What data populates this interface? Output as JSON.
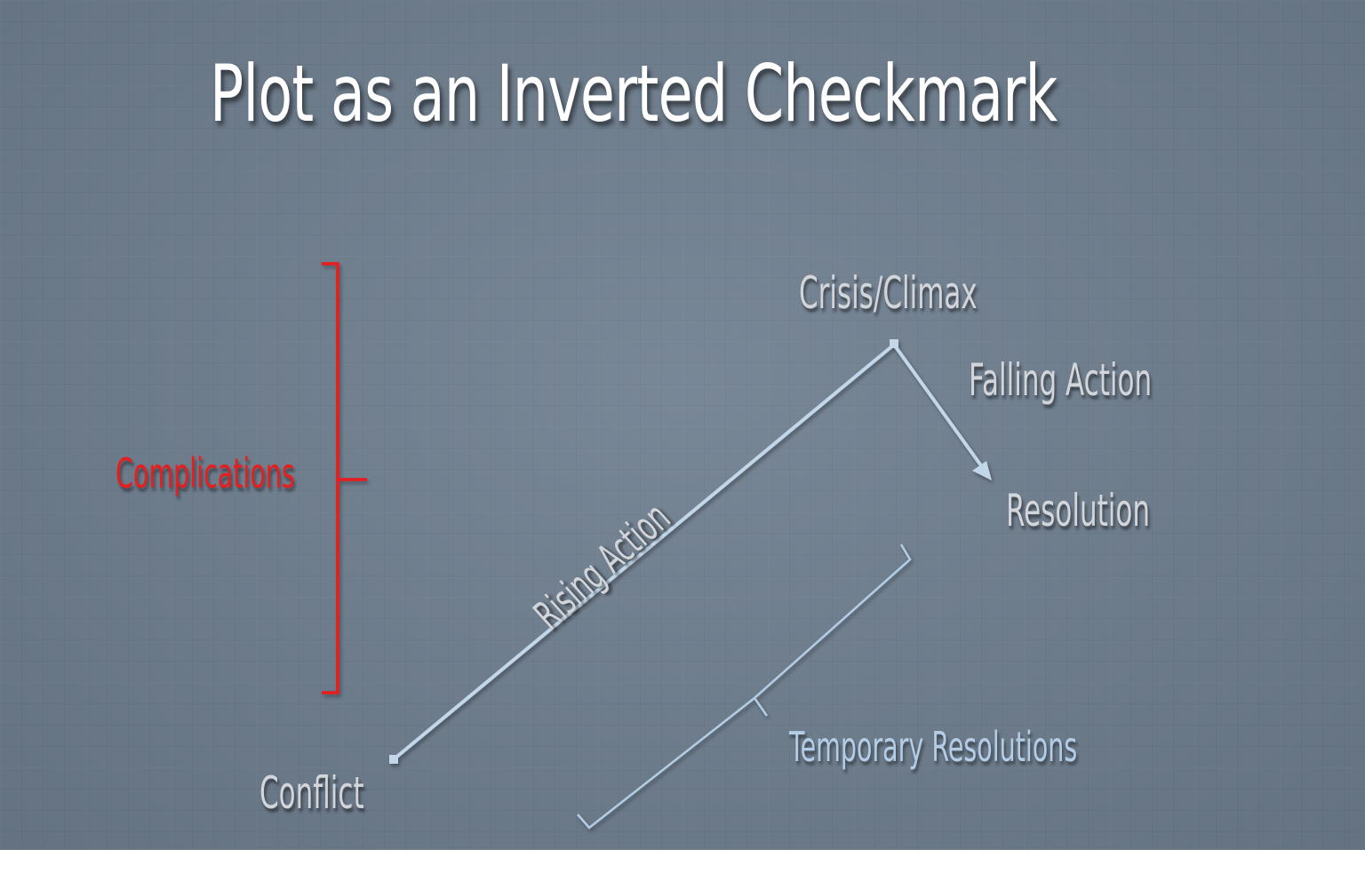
{
  "title": "Plot as an Inverted Checkmark",
  "labels": {
    "crisis": "Crisis/Climax",
    "falling_action": "Falling Action",
    "resolution": "Resolution",
    "rising_action": "Rising Action",
    "conflict": "Conflict",
    "complications": "Complications",
    "temporary_resolutions": "Temporary Resolutions"
  },
  "colors": {
    "background": "#6e7d8d",
    "title": "#ffffff",
    "label": "#d2d5d9",
    "plot_line": "#c2d8ea",
    "complications": "#e81d1d",
    "temporary_resolutions": "#b4cde6"
  }
}
